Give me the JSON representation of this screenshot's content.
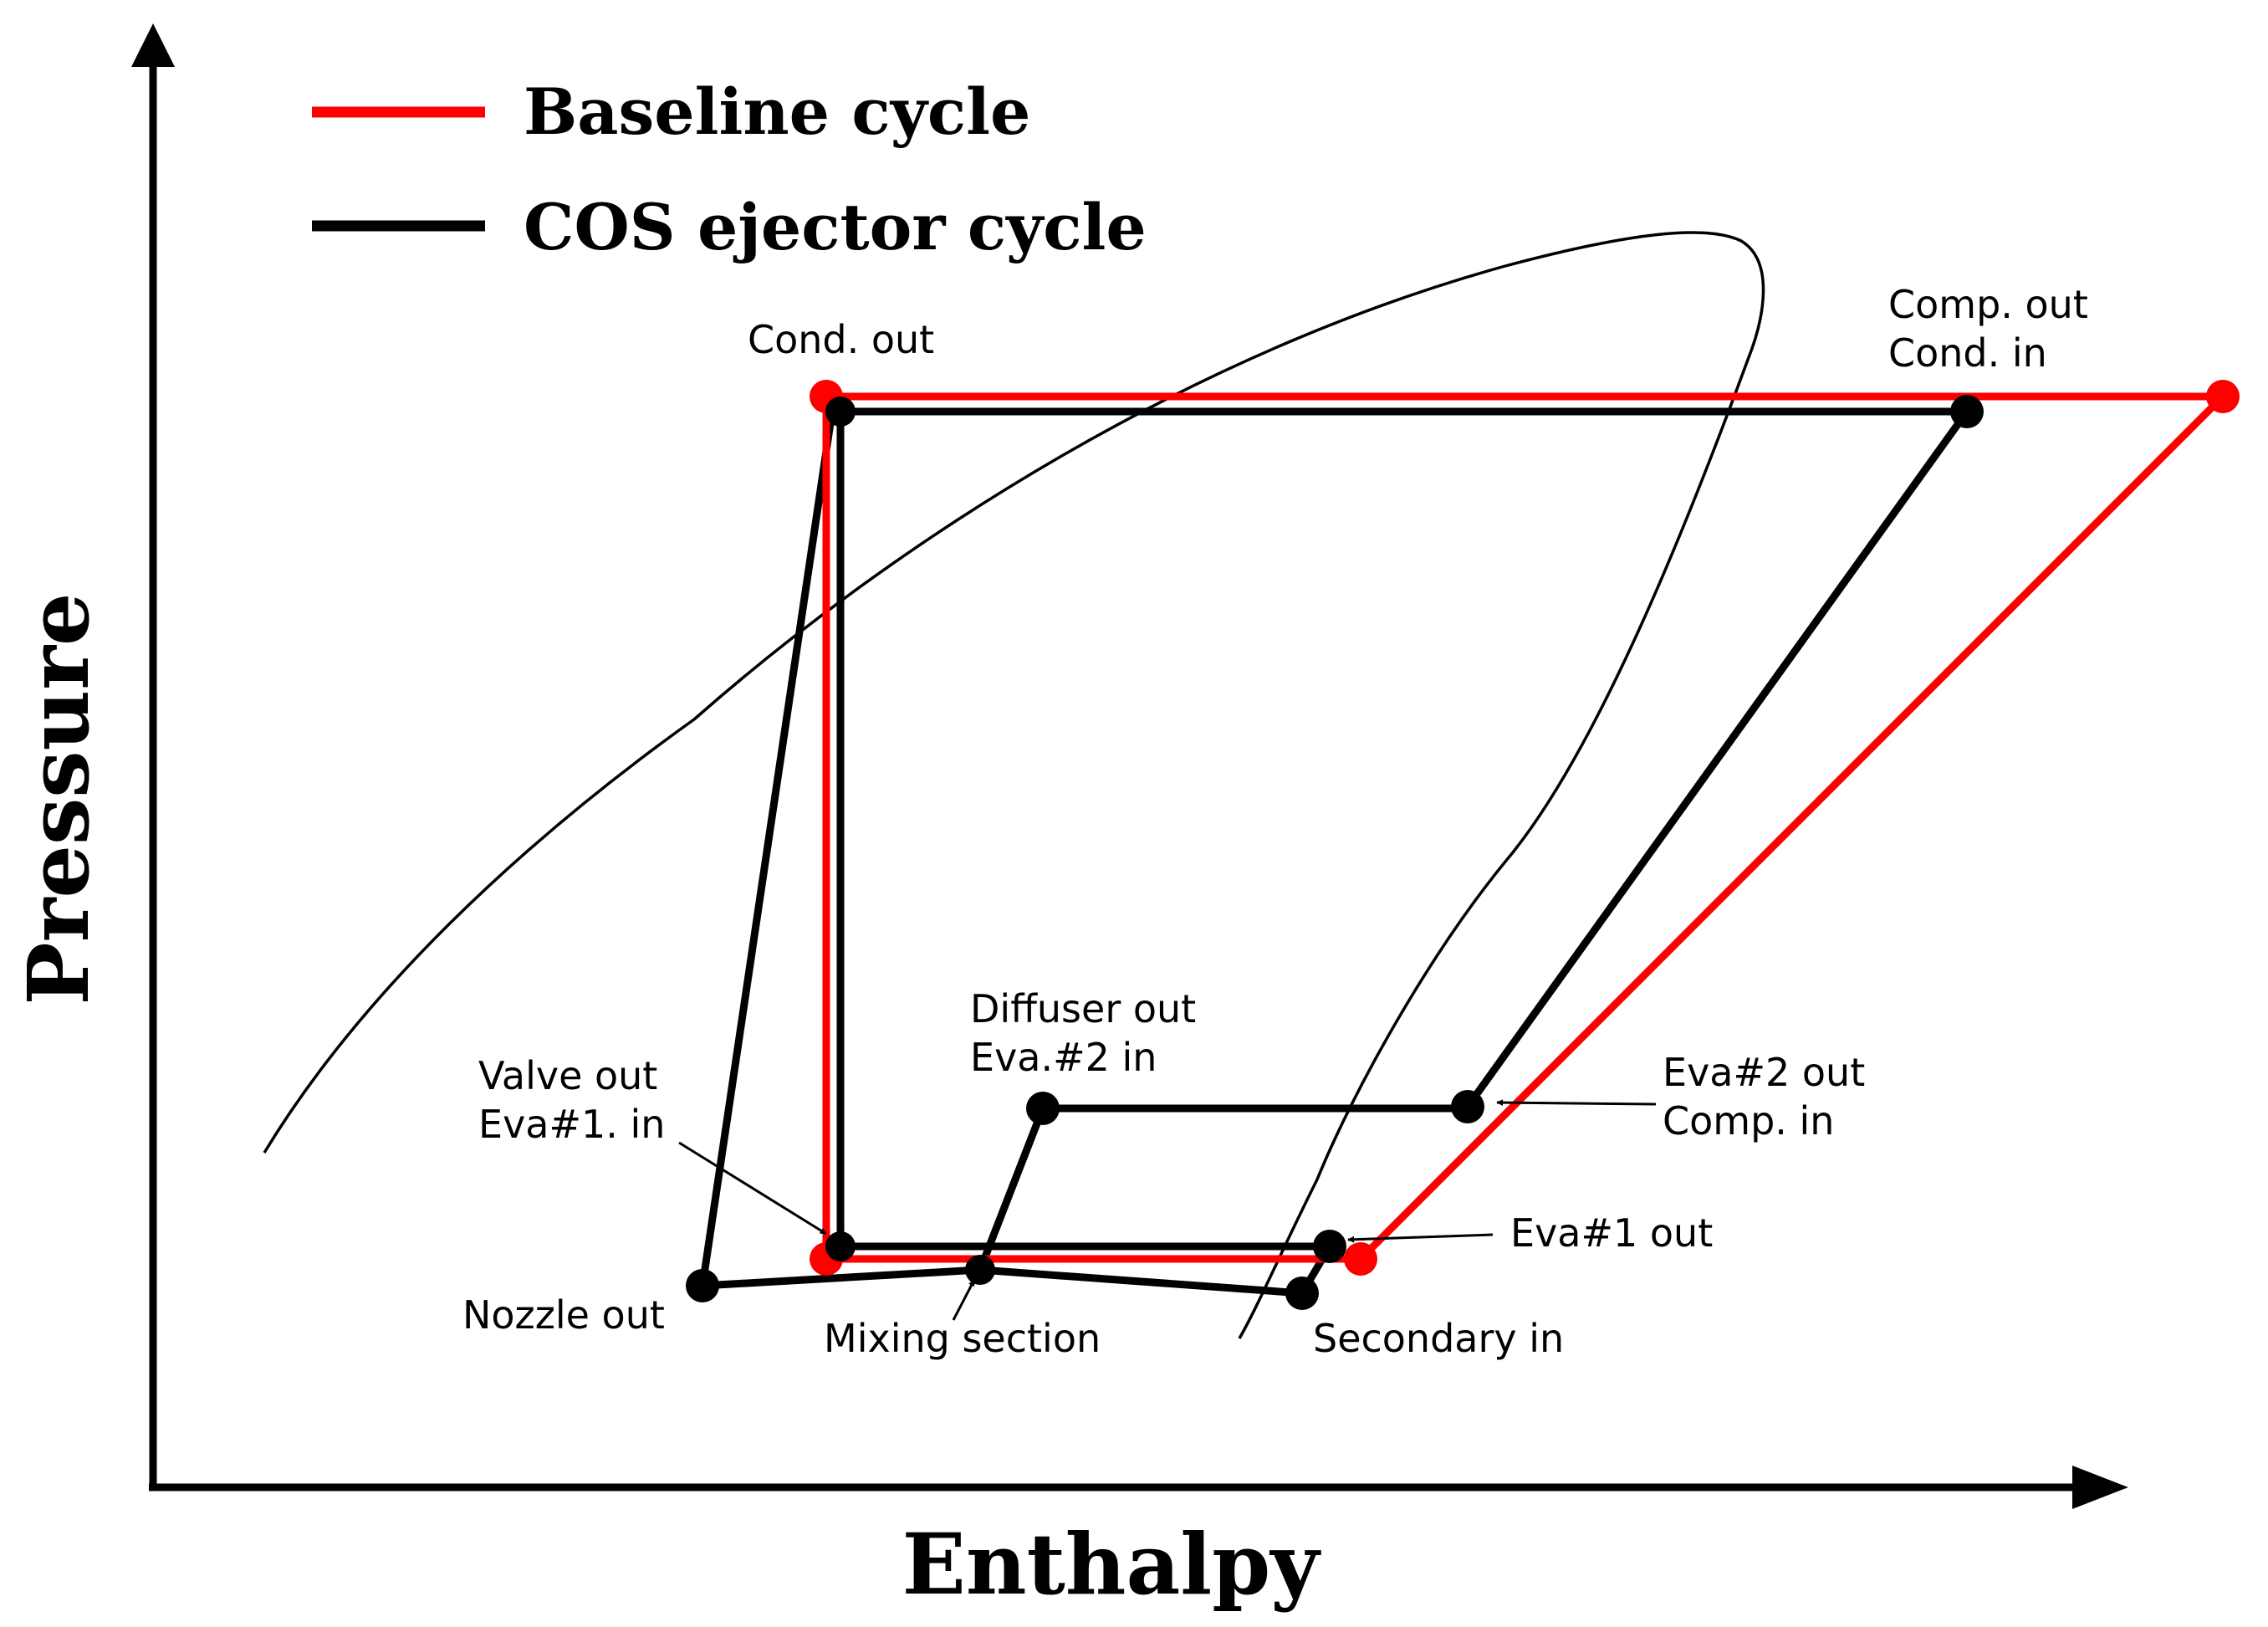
{
  "axes": {
    "y_label": "Pressure",
    "x_label": "Enthalpy"
  },
  "legend": {
    "items": [
      {
        "label": "Baseline cycle",
        "color": "#ff0000"
      },
      {
        "label": "COS ejector cycle",
        "color": "#000000"
      }
    ]
  },
  "labels": {
    "cond_out": "Cond. out",
    "comp_out_1": "Comp. out",
    "comp_out_2": "Cond. in",
    "diffuser_1": "Diffuser out",
    "diffuser_2": "Eva.#2 in",
    "valve_1": "Valve out",
    "valve_2": "Eva#1. in",
    "eva2_1": "Eva#2 out",
    "eva2_2": "Comp. in",
    "eva1_out": "Eva#1 out",
    "nozzle_out": "Nozzle out",
    "mixing": "Mixing section",
    "secondary_in": "Secondary in"
  },
  "colors": {
    "baseline": "#ff0000",
    "ejector": "#000000",
    "dome": "#000000"
  }
}
